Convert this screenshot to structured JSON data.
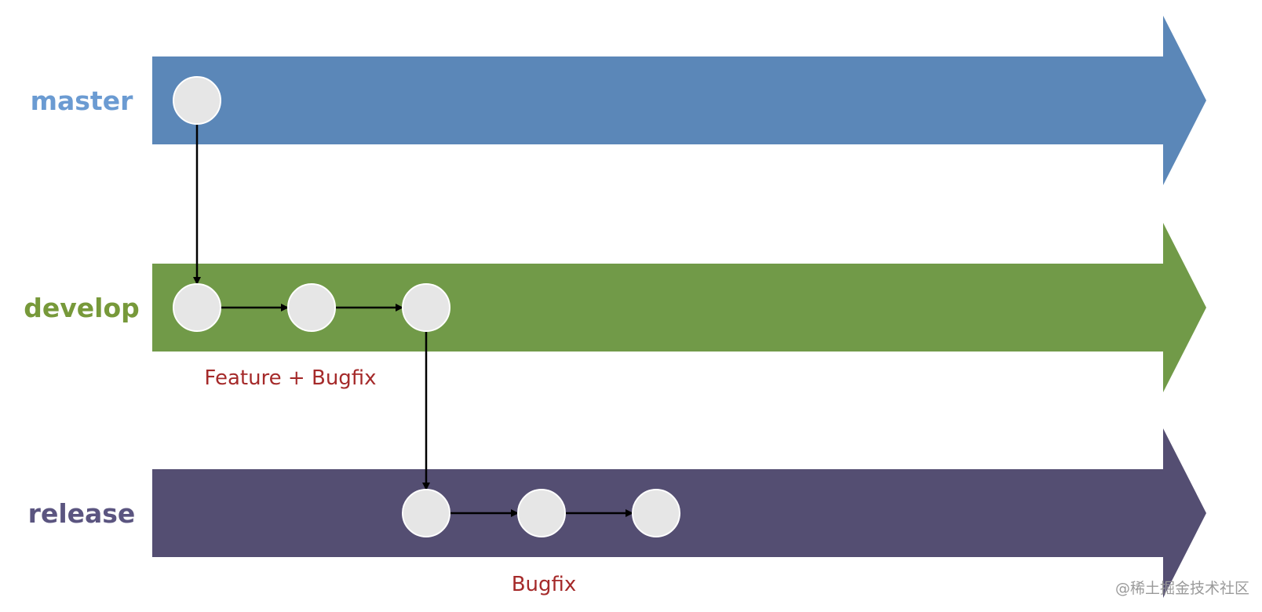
{
  "branches": [
    {
      "id": "master",
      "label": "master",
      "color": "#5b87b8",
      "label_color": "#6b9bd2"
    },
    {
      "id": "develop",
      "label": "develop",
      "color": "#719a48",
      "label_color": "#77993a"
    },
    {
      "id": "release",
      "label": "release",
      "color": "#544e72",
      "label_color": "#5b5580"
    }
  ],
  "commits": [
    {
      "id": "m1",
      "branch": "master",
      "slot": 0
    },
    {
      "id": "d1",
      "branch": "develop",
      "slot": 0
    },
    {
      "id": "d2",
      "branch": "develop",
      "slot": 1
    },
    {
      "id": "d3",
      "branch": "develop",
      "slot": 2
    },
    {
      "id": "r1",
      "branch": "release",
      "slot": 2
    },
    {
      "id": "r2",
      "branch": "release",
      "slot": 3
    },
    {
      "id": "r3",
      "branch": "release",
      "slot": 4
    }
  ],
  "edges": [
    {
      "from": "m1",
      "to": "d1"
    },
    {
      "from": "d1",
      "to": "d2"
    },
    {
      "from": "d2",
      "to": "d3"
    },
    {
      "from": "d3",
      "to": "r1"
    },
    {
      "from": "r1",
      "to": "r2"
    },
    {
      "from": "r2",
      "to": "r3"
    }
  ],
  "annotations": {
    "develop": "Feature + Bugfix",
    "release": "Bugfix"
  },
  "annotation_color": "#a52a2a",
  "commit_fill": "#e6e6e6",
  "watermark": "@稀土掘金技术社区"
}
